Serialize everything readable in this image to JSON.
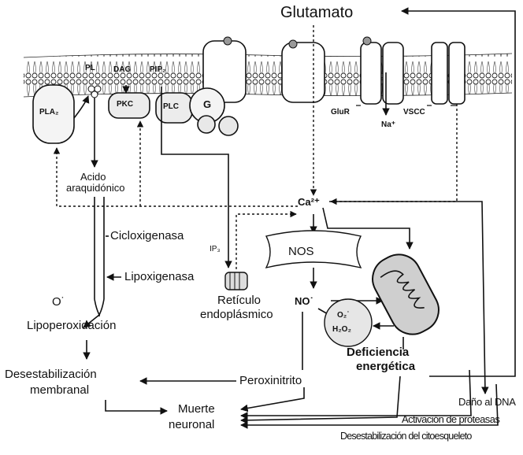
{
  "membrane": {
    "glutamate": "Glutamato",
    "pl": "PL",
    "dag": "DAG",
    "pip2": "PIP₂",
    "pla2": "PLA₂",
    "pkc": "PKC",
    "plc": "PLC",
    "g": "G",
    "glun": "GluR",
    "vscc": "VSCC",
    "na": "Na⁺"
  },
  "cytosol": {
    "acido_line1": "Acido",
    "acido_line2": "araquidónico",
    "ca": "Ca²⁺",
    "cicloxigenasa": "Cicloxigenasa",
    "ip3": "IP₃",
    "lipoxigenasa": "Lipoxigenasa",
    "nos": "NOS",
    "o_radical": "O˙",
    "no": "NO˙",
    "reticulo_line1": "Retículo",
    "reticulo_line2": "endoplásmico",
    "lipoperoxidacion": "Lipoperoxidación",
    "o2": "O₂˙",
    "h2o2": "H₂O₂",
    "deficiencia_line1": "Deficiencia",
    "deficiencia_line2": "energética",
    "desestabilizacion_line1": "Desestabilización",
    "desestabilizacion_line2": "membranal",
    "peroxinitrito": "Peroxinitrito",
    "muerte_line1": "Muerte",
    "muerte_line2": "neuronal"
  },
  "outcomes": {
    "dano_dna": "Daño al DNA",
    "proteasas": "Activación de proteasas",
    "citoesqueleto": "Desestabilización del citoesqueleto"
  }
}
